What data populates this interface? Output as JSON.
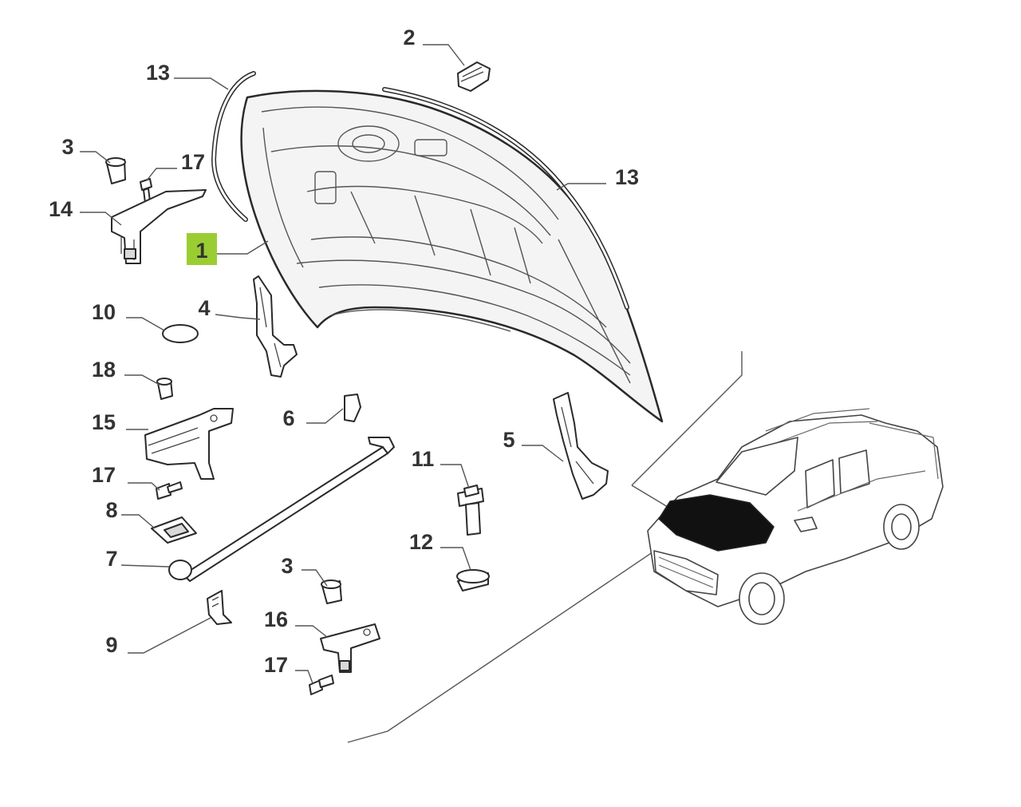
{
  "diagram": {
    "highlight_color": "#9acd32",
    "text_color": "#333333",
    "callouts": [
      {
        "id": "c1",
        "label": "1",
        "highlighted": true
      },
      {
        "id": "c2",
        "label": "2"
      },
      {
        "id": "c3a",
        "label": "3"
      },
      {
        "id": "c3b",
        "label": "3"
      },
      {
        "id": "c4",
        "label": "4"
      },
      {
        "id": "c5",
        "label": "5"
      },
      {
        "id": "c6",
        "label": "6"
      },
      {
        "id": "c7",
        "label": "7"
      },
      {
        "id": "c8",
        "label": "8"
      },
      {
        "id": "c9",
        "label": "9"
      },
      {
        "id": "c10",
        "label": "10"
      },
      {
        "id": "c11",
        "label": "11"
      },
      {
        "id": "c12",
        "label": "12"
      },
      {
        "id": "c13a",
        "label": "13"
      },
      {
        "id": "c13b",
        "label": "13"
      },
      {
        "id": "c14",
        "label": "14"
      },
      {
        "id": "c15",
        "label": "15"
      },
      {
        "id": "c16",
        "label": "16"
      },
      {
        "id": "c17a",
        "label": "17"
      },
      {
        "id": "c17b",
        "label": "17"
      },
      {
        "id": "c17c",
        "label": "17"
      },
      {
        "id": "c18",
        "label": "18"
      }
    ]
  }
}
